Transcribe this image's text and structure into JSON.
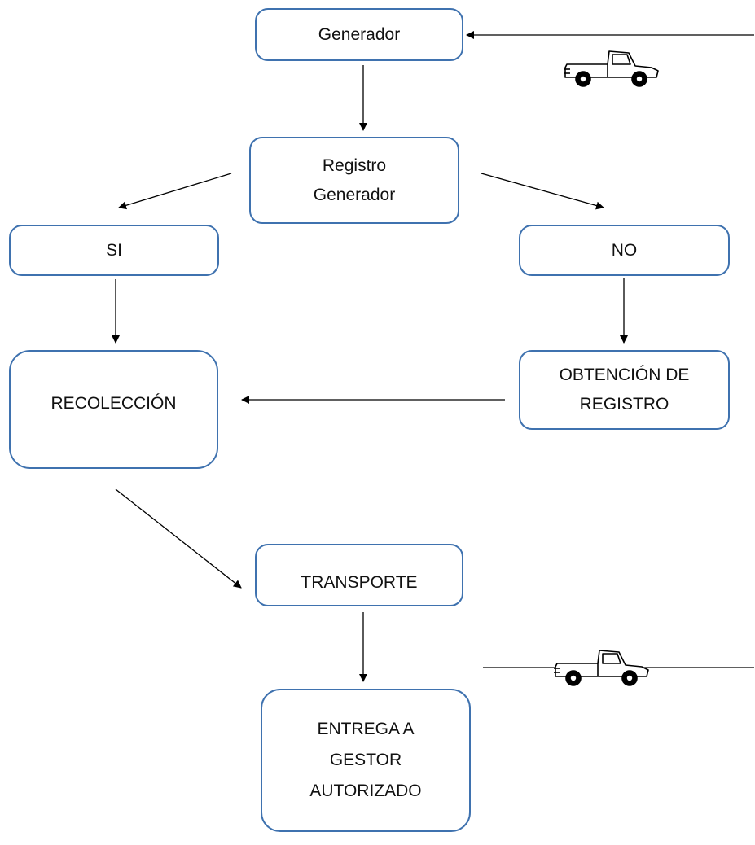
{
  "diagram": {
    "nodes": {
      "generador": {
        "lines": [
          "Generador"
        ]
      },
      "registro_generador": {
        "lines": [
          "Registro",
          "Generador"
        ]
      },
      "si": {
        "lines": [
          "SI"
        ]
      },
      "no": {
        "lines": [
          "NO"
        ]
      },
      "recoleccion": {
        "lines": [
          "RECOLECCIÓN"
        ]
      },
      "obtencion_registro": {
        "lines": [
          "OBTENCIÓN DE",
          "REGISTRO"
        ]
      },
      "transporte": {
        "lines": [
          "TRANSPORTE"
        ]
      },
      "entrega_gestor": {
        "lines": [
          "ENTREGA A",
          "GESTOR",
          "AUTORIZADO"
        ]
      }
    },
    "edges": [
      {
        "from": "generador",
        "to": "registro_generador"
      },
      {
        "from": "registro_generador",
        "to": "si"
      },
      {
        "from": "registro_generador",
        "to": "no"
      },
      {
        "from": "si",
        "to": "recoleccion"
      },
      {
        "from": "no",
        "to": "obtencion_registro"
      },
      {
        "from": "obtencion_registro",
        "to": "recoleccion"
      },
      {
        "from": "recoleccion",
        "to": "transporte"
      },
      {
        "from": "transporte",
        "to": "entrega_gestor"
      },
      {
        "from": "entrega_gestor",
        "to": "generador",
        "note": "return route with pickup truck"
      }
    ],
    "icons": [
      "pickup-truck-icon",
      "pickup-truck-icon"
    ],
    "colors": {
      "box_border": "#3f72af",
      "line": "#000000",
      "text": "#111111"
    }
  }
}
